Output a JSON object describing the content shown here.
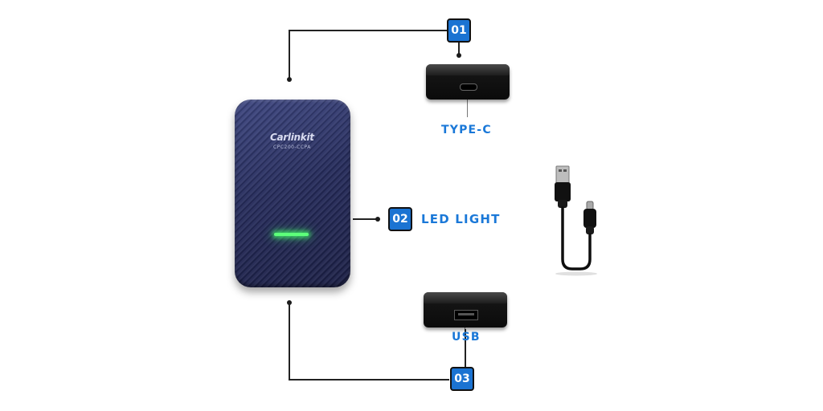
{
  "callouts": [
    {
      "number": "01",
      "label": "TYPE-C"
    },
    {
      "number": "02",
      "label": "LED LIGHT"
    },
    {
      "number": "03",
      "label": "USB"
    }
  ],
  "adapter": {
    "brand": "Carlinkit",
    "model": "CPC200-CCPA"
  },
  "colors": {
    "accent": "#1b73d2",
    "label": "#1a78d8",
    "adapter_body": "#262c5c",
    "led": "#5dff7a"
  },
  "icons": [
    "usb-cable-icon"
  ]
}
